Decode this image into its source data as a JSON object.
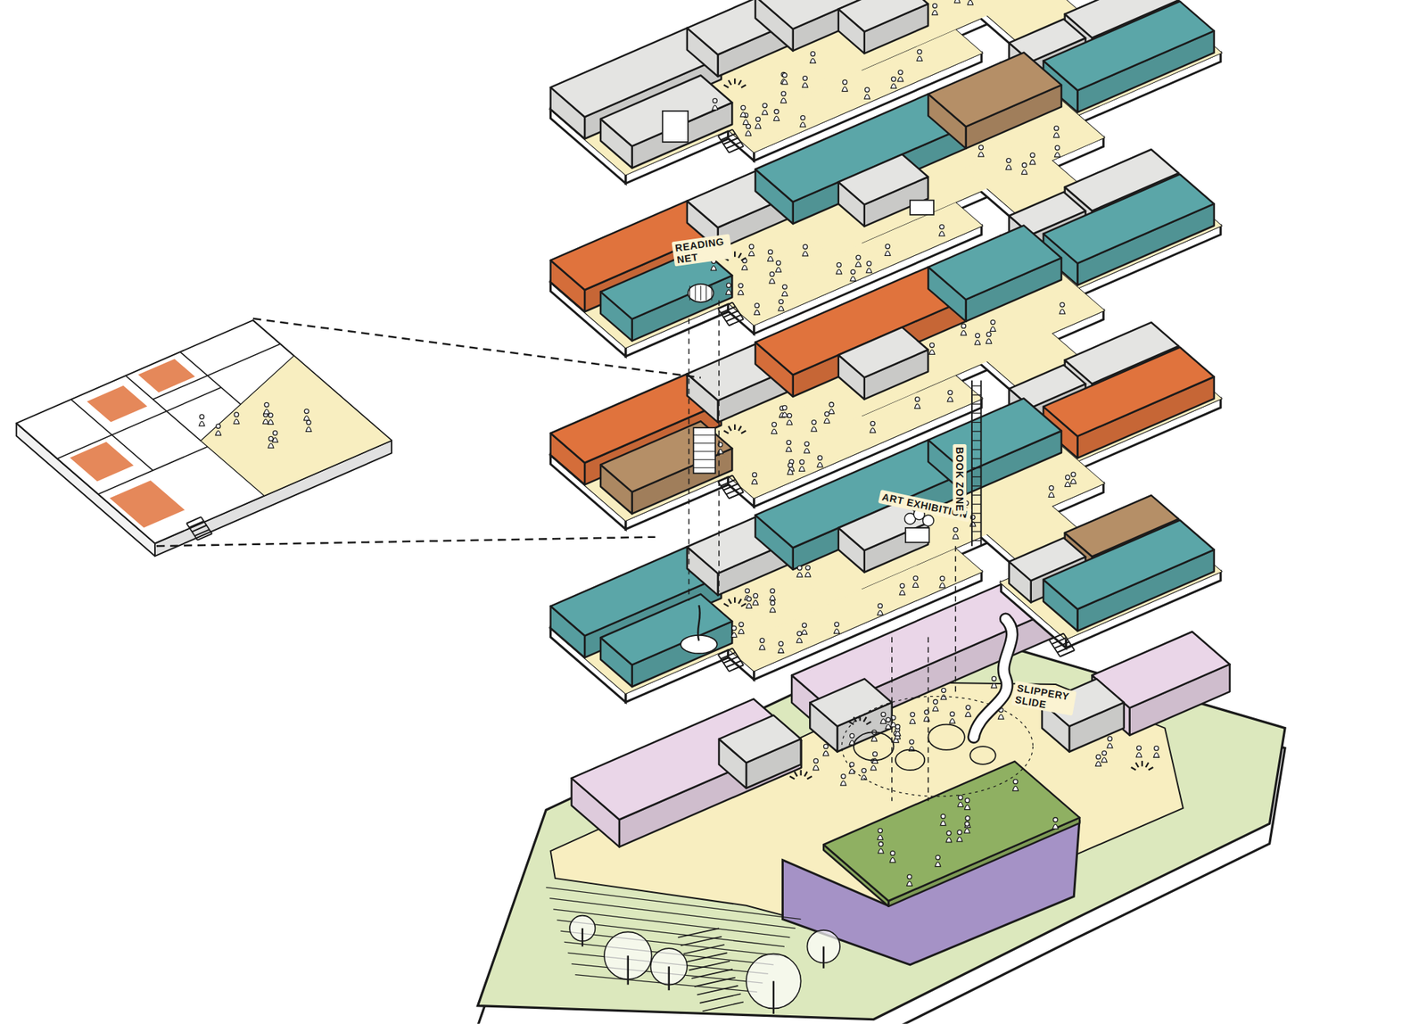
{
  "diagram": {
    "labels": [
      "READING NET",
      "ART EXHIBITION",
      "BOOK ZONE",
      "SLIPPERY SLIDE"
    ]
  }
}
